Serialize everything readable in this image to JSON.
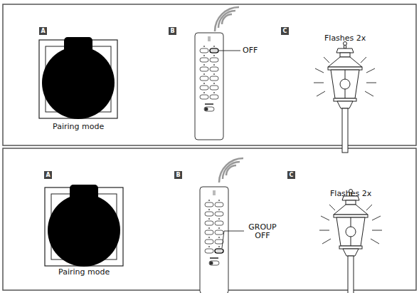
{
  "diagram": {
    "labels": [
      "A",
      "B",
      "C",
      "Pairing mode",
      "OFF",
      "Flashes 2x",
      "A",
      "B",
      "C",
      "Pairing mode",
      "GROUP OFF",
      "Flashes 2x"
    ]
  }
}
